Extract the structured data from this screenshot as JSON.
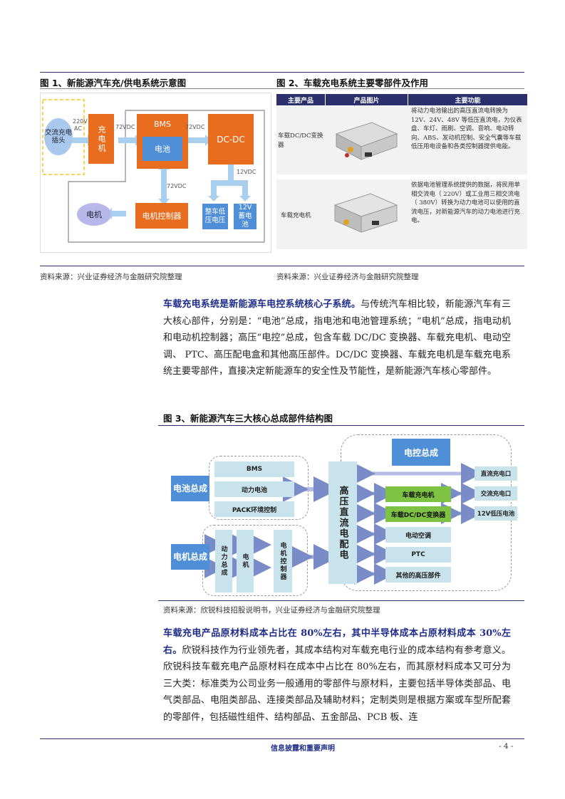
{
  "fig1": {
    "title": "图 1、新能源汽车充/供电系统示意图",
    "plug": "交流充电插头",
    "v220": "220V",
    "ac": "AC",
    "charger": "充电机",
    "v72_1": "72VDC",
    "bms": "BMS",
    "battery": "电池",
    "v72_2": "72VDC",
    "dcdc": "DC-DC",
    "v12": "12VDC",
    "v72_3": "72VDC",
    "motor": "电机",
    "motor_ctrl": "电机控制器",
    "lv": "整车低压电压",
    "b12": "12V蓄电池",
    "source": "资料来源：兴业证券经济与金融研究院整理"
  },
  "fig2": {
    "title": "图 2、车载充电系统主要零部件及作用",
    "headers": [
      "主要产品",
      "产品图片",
      "主要功能"
    ],
    "rows": [
      {
        "product": "车载DC/DC变换器",
        "function": "将动力电池输出的高压直流电转换为 12V、24V、48V 等低压直流电，为仪表盘、车灯、雨刷、空调、音响、电动转向、ABS、发动机控制、安全气囊等车载低压用电设备和各类控制器提供电能。"
      },
      {
        "product": "车载充电机",
        "function": "依据电池管理系统提供的数据，将民用单相交流电（ 220V）或工业用三相交流电（ 380V）转换为动力电池可以使用的直流电压，对新能源汽车的动力电池进行充电。"
      }
    ],
    "source": "资料来源：兴业证券经济与金融研究院整理"
  },
  "para1": {
    "bold": "车载充电系统是新能源车电控系统核心子系统。",
    "text": "与传统汽车相比较，新能源汽车有三大核心部件，分别是：“电池”总成，指电池和电池管理系统；“电机”总成，指电动机和电动机控制器；高压“电控”总成，包含车载 DC/DC 变换器、车载充电机、电动空调、 PTC、高压配电盒和其他高压部件。DC/DC 变换器、车载充电机是车载充电系统主要零部件，直接决定新能源车的安全性及节能性，是新能源汽车核心零部件。"
  },
  "fig3": {
    "title": "图 3、新能源汽车三大核心总成部件结构图",
    "battery_asm": "电池总成",
    "bms": "BMS",
    "power_battery": "动力电池",
    "pack": "PACK环境控制",
    "motor_asm": "电机总成",
    "m1": "动力总成",
    "m2": "电机",
    "m3": "电机控制器",
    "hv": "高压直流电配电",
    "ctrl_asm": "电控总成",
    "obc": "车载充电机",
    "dcdc": "车载DC/DC变换器",
    "ac": "电动空调",
    "ptc": "PTC",
    "other": "其他的高压部件",
    "dc_port": "直流充电口",
    "ac_port": "交流充电口",
    "lv_bat": "12V低压电池",
    "source": "资料来源：欣锐科技招股说明书，兴业证券经济与金融研究院整理"
  },
  "para2": {
    "bold": "车载充电产品原材料成本占比在 80%左右，其中半导体成本占原材料成本 30%左右。",
    "text": "欣锐科技作为行业领先者，其成本结构对车载充电行业的成本结构有参考意义。欣锐科技车载充电产品原材料在成本中占比在 80%左右，而其原材料成本又可分为三大类：标准类为公司业务一般通用的零部件与原材料，主要包括半导体类部品、电气类部品、电阻类部品、连接类部品及辅助材料；定制类则是根据方案或车型所配套的零部件，包括磁性组件、结构部品、五金部品、PCB 板、连"
  },
  "footer": {
    "text": "信息披露和重要声明",
    "page": "- 4 -"
  }
}
